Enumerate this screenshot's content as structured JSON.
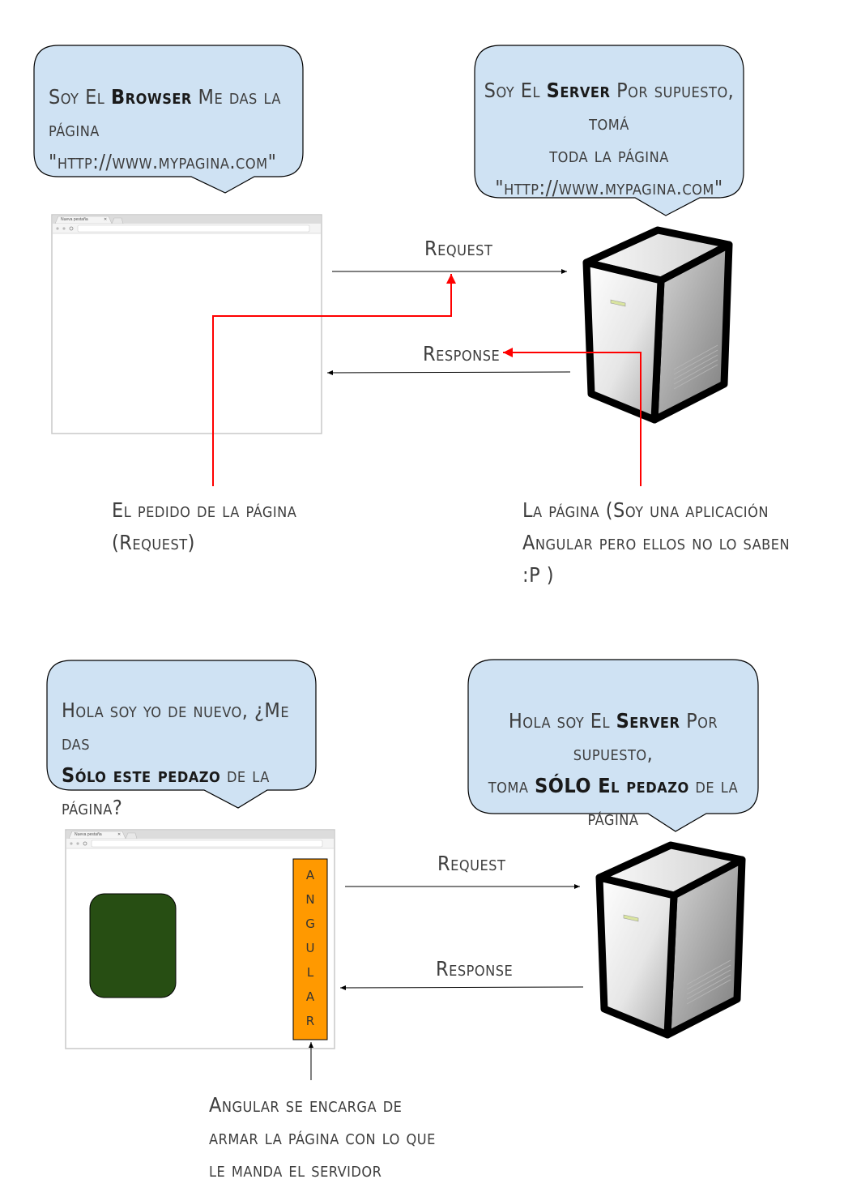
{
  "scene1": {
    "browser_bubble": {
      "prefix": "Soy El ",
      "bold": "Browser",
      "line1_rest": " Me das la página",
      "line2": "\"http://www.mypagina.com\""
    },
    "server_bubble": {
      "prefix": "Soy El ",
      "bold": "Server",
      "line1_rest": " Por supuesto, tomá",
      "line2": "toda la página",
      "line3": "\"http://www.mypagina.com\""
    },
    "request_label": "Request",
    "response_label": "Response",
    "browser_tab_label": "Nueva pestaña",
    "note_request": {
      "line1": "El pedido de la página",
      "line2": "(Request)"
    },
    "note_response": {
      "line1": "La página (Soy una aplicación",
      "line2": "Angular pero ellos no lo saben",
      "line3": ":P )"
    }
  },
  "scene2": {
    "browser_bubble": {
      "line1": "Hola soy yo de nuevo, ¿Me das",
      "bold": "Sólo este pedazo",
      "line2_rest": " de la página?"
    },
    "server_bubble": {
      "prefix": "Hola soy El ",
      "bold1": "Server",
      "line1_rest": " Por supuesto,",
      "line2_prefix": "toma ",
      "bold2": "SÓLO El pedazo",
      "line2_rest": " de la página"
    },
    "request_label": "Request",
    "response_label": "Response",
    "browser_tab_label": "Nueva pestaña",
    "angular_letters": [
      "A",
      "N",
      "G",
      "U",
      "L",
      "A",
      "R"
    ],
    "note_angular": {
      "line1": "Angular se encarga de",
      "line2": "armar la página con lo que",
      "line3": "le manda el servidor"
    }
  },
  "colors": {
    "bubble_fill": "#cfe2f3",
    "red_arrow": "#ff0000",
    "angular_fill": "#ff9900",
    "content_block": "#274e13"
  }
}
